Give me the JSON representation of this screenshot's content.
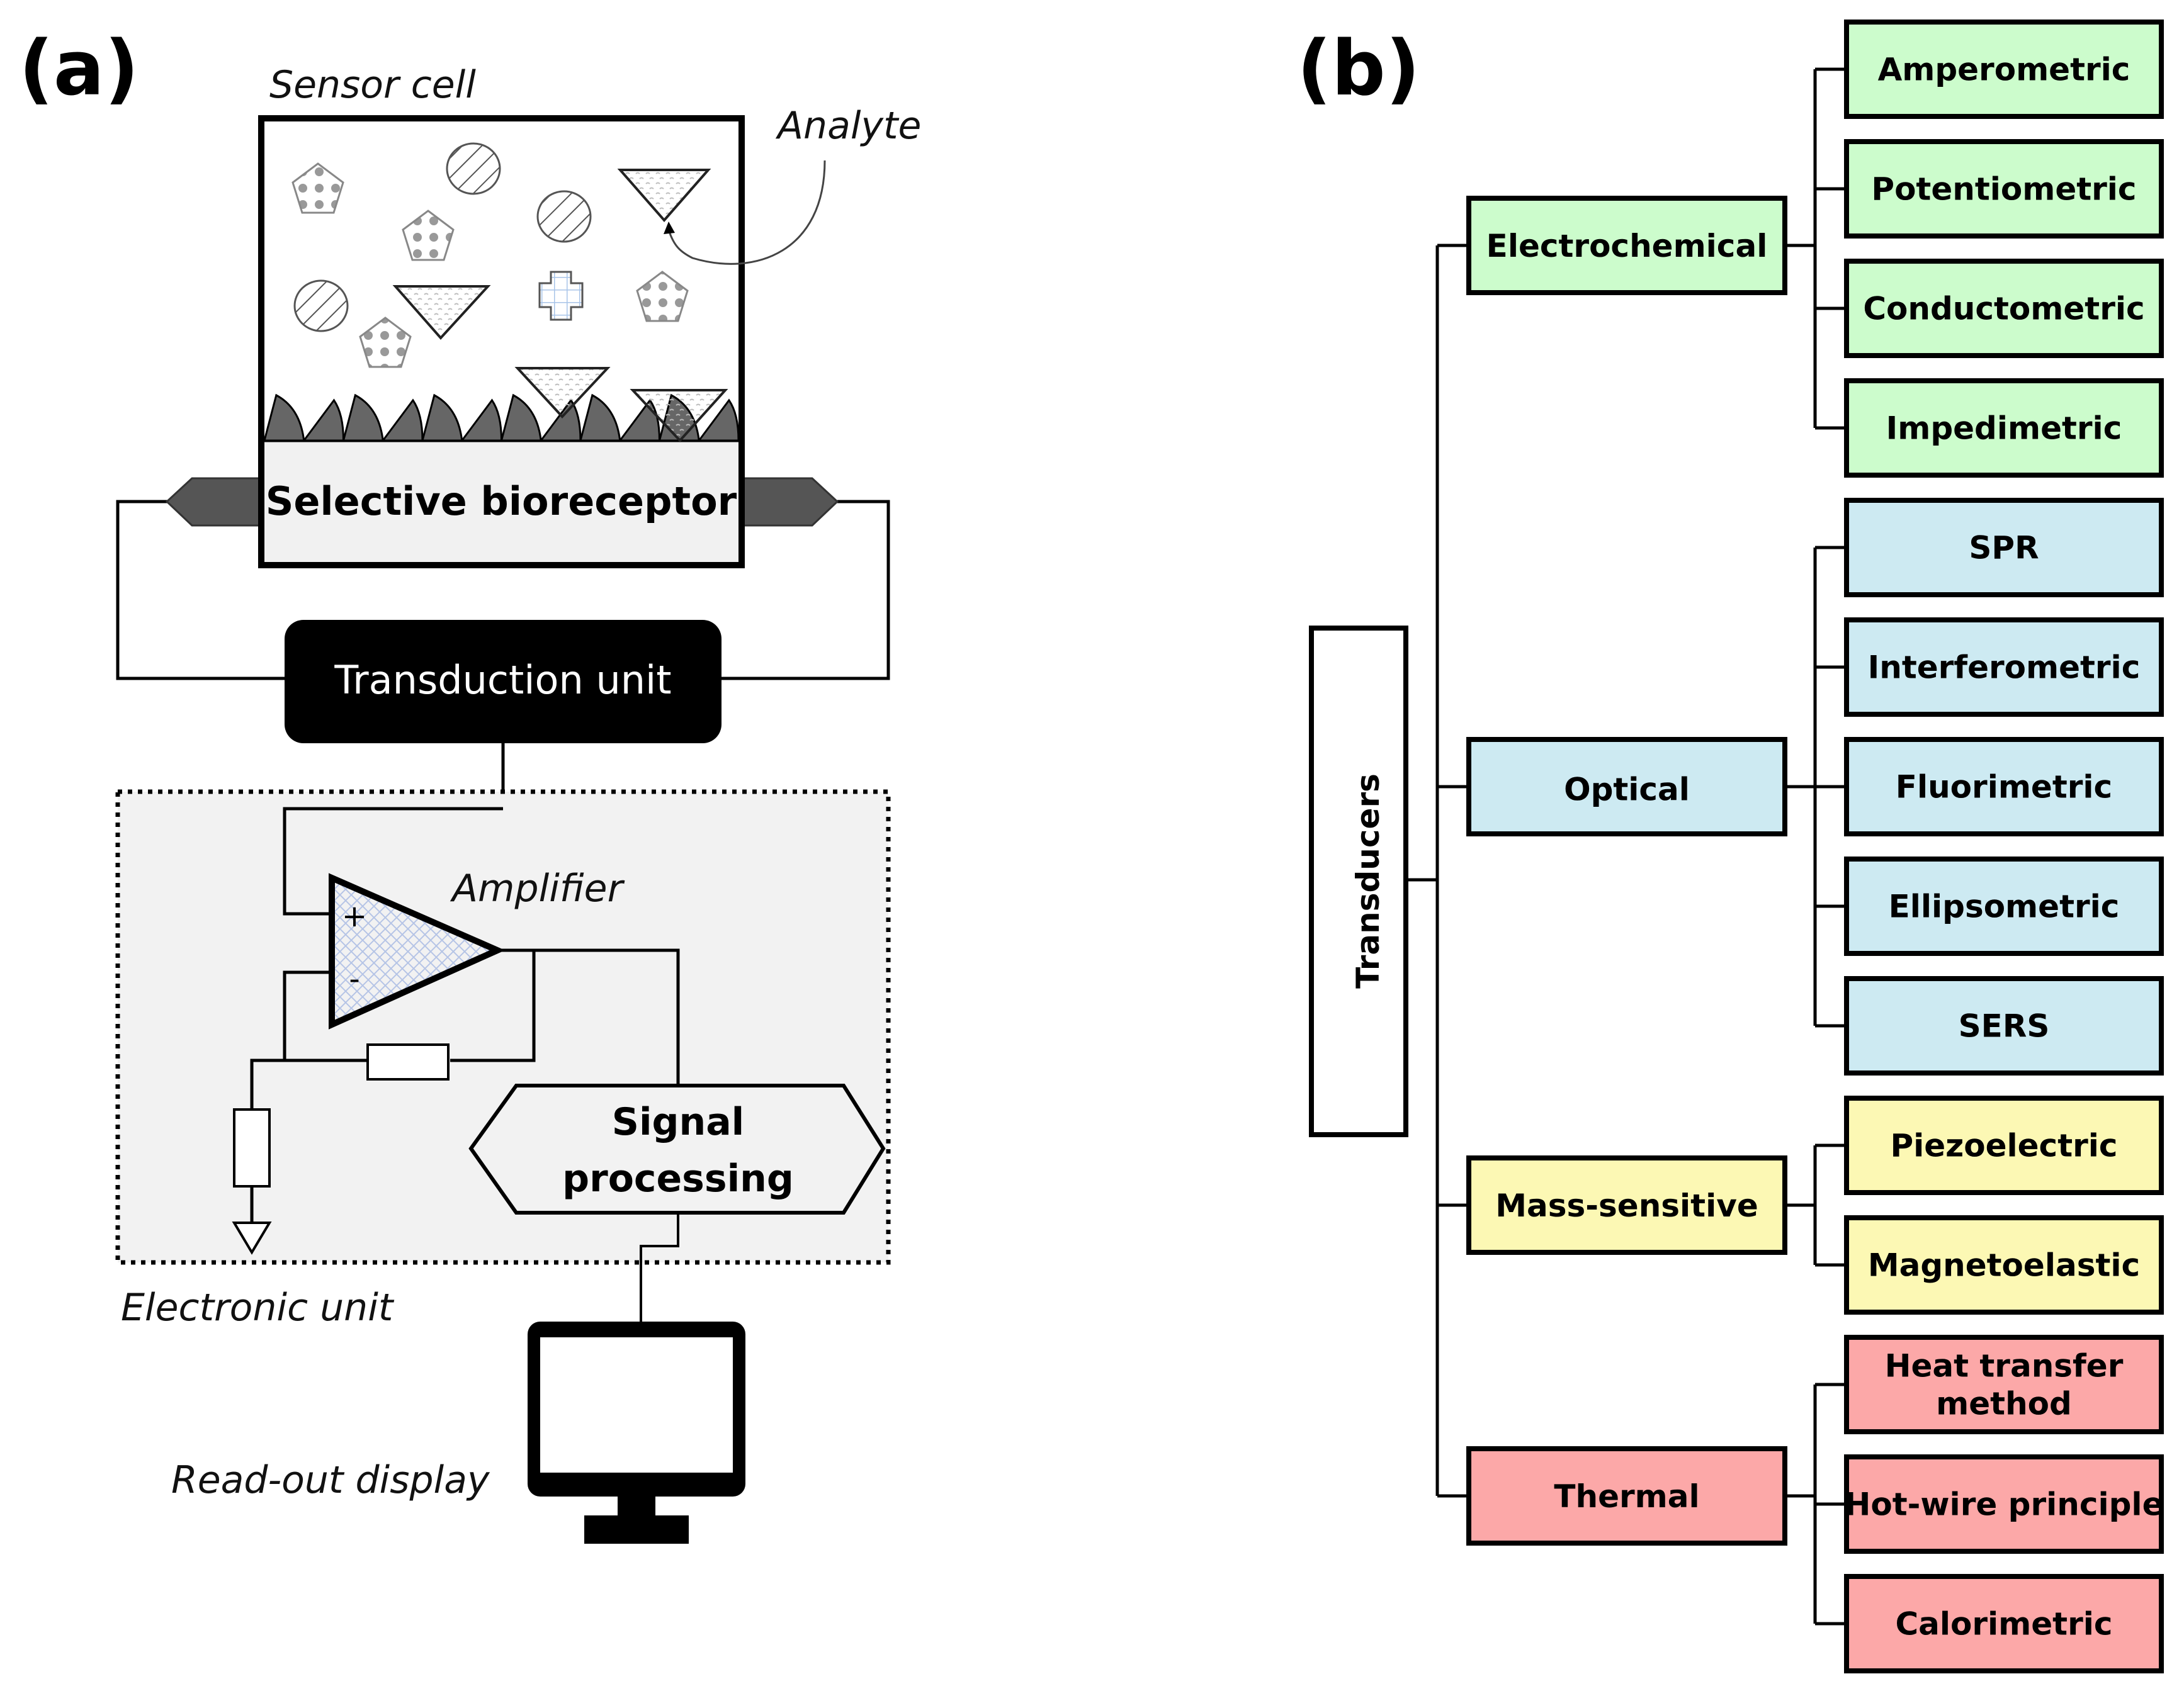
{
  "panel_a": {
    "label": "(a)",
    "sensor_cell_label": "Sensor cell",
    "analyte_label": "Analyte",
    "bioreceptor_label": "Selective bioreceptor",
    "transduction_label": "Transduction unit",
    "amplifier_label": "Amplifier",
    "amp_plus": "+",
    "amp_minus": "-",
    "signal_processing_line1": "Signal",
    "signal_processing_line2": "processing",
    "electronic_unit_label": "Electronic unit",
    "readout_label": "Read-out display"
  },
  "panel_b": {
    "label": "(b)",
    "root": "Transducers",
    "colors": {
      "electrochemical": "#ccfccc",
      "optical": "#cdeaf2",
      "mass": "#fcf8b4",
      "thermal": "#fca8a8"
    },
    "categories": [
      {
        "name": "Electrochemical",
        "color_key": "electrochemical",
        "children": [
          "Amperometric",
          "Potentiometric",
          "Conductometric",
          "Impedimetric"
        ]
      },
      {
        "name": "Optical",
        "color_key": "optical",
        "children": [
          "SPR",
          "Interferometric",
          "Fluorimetric",
          "Ellipsometric",
          "SERS"
        ]
      },
      {
        "name": "Mass-sensitive",
        "color_key": "mass",
        "children": [
          "Piezoelectric",
          "Magnetoelastic"
        ]
      },
      {
        "name": "Thermal",
        "color_key": "thermal",
        "children": [
          "Heat transfer\nmethod",
          "Hot-wire principle",
          "Calorimetric"
        ]
      }
    ]
  }
}
